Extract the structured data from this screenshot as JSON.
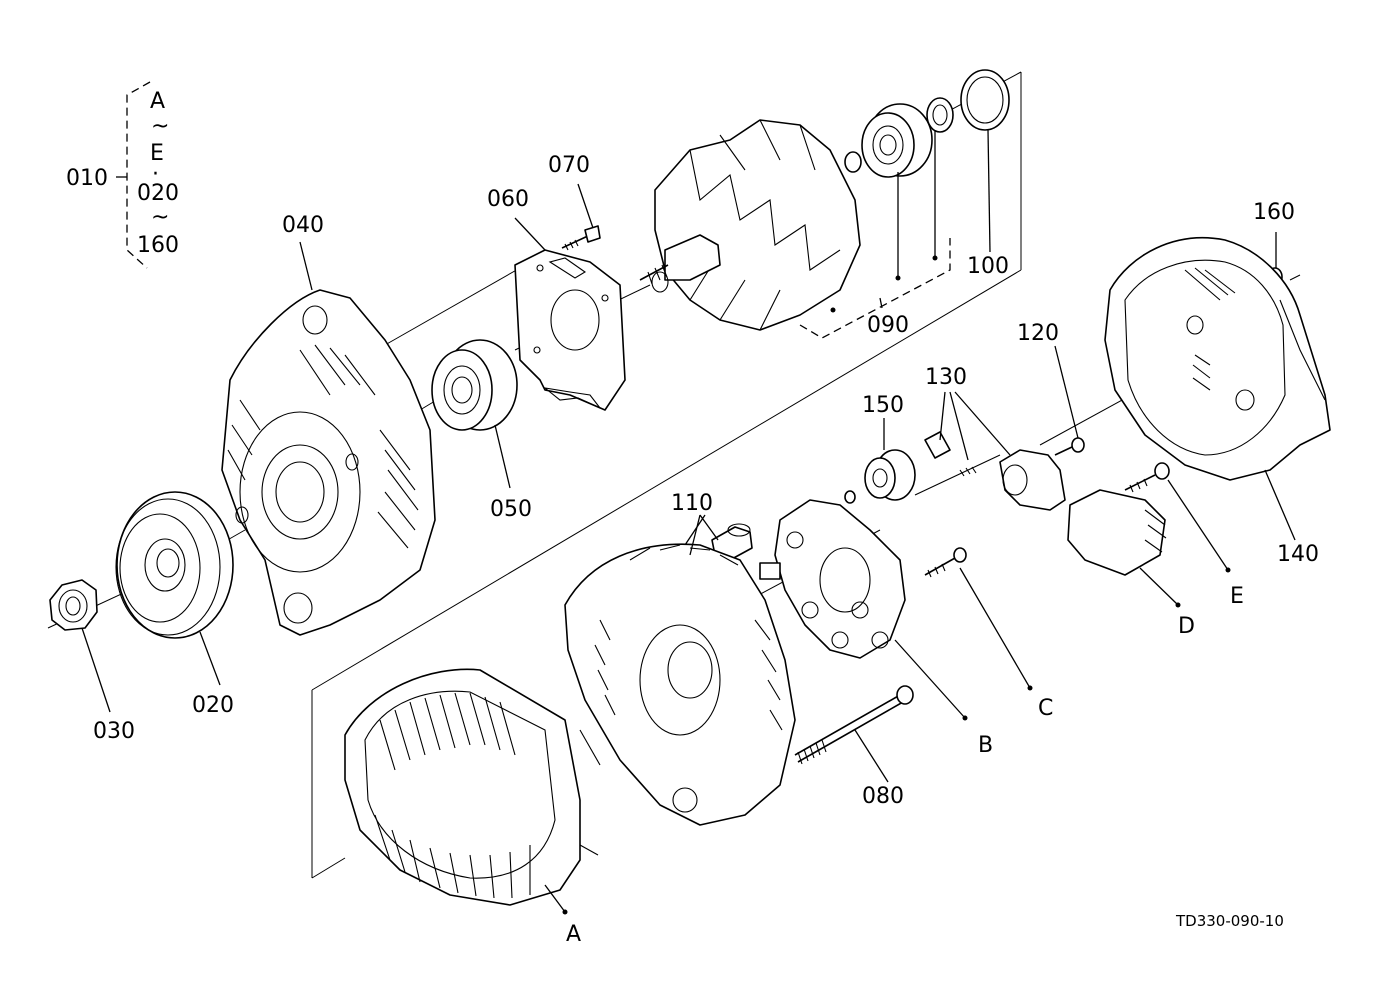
{
  "diagram": {
    "figure_code": "TD330-090-10",
    "set_bracket": {
      "code": "010",
      "range_line_1_start": "A",
      "range_line_1_tilde": "~",
      "range_line_1_end": "E",
      "range_separator": "·",
      "range_line_2_start": "020",
      "range_line_2_tilde": "~",
      "range_line_2_end": "160"
    },
    "callouts": {
      "p020": "020",
      "p030": "030",
      "p040": "040",
      "p050": "050",
      "p060": "060",
      "p070": "070",
      "p080": "080",
      "p090": "090",
      "p100": "100",
      "p110": "110",
      "p120": "120",
      "p130": "130",
      "p140": "140",
      "p150": "150",
      "p160": "160",
      "pA": "A",
      "pB": "B",
      "pC": "C",
      "pD": "D",
      "pE": "E"
    }
  }
}
